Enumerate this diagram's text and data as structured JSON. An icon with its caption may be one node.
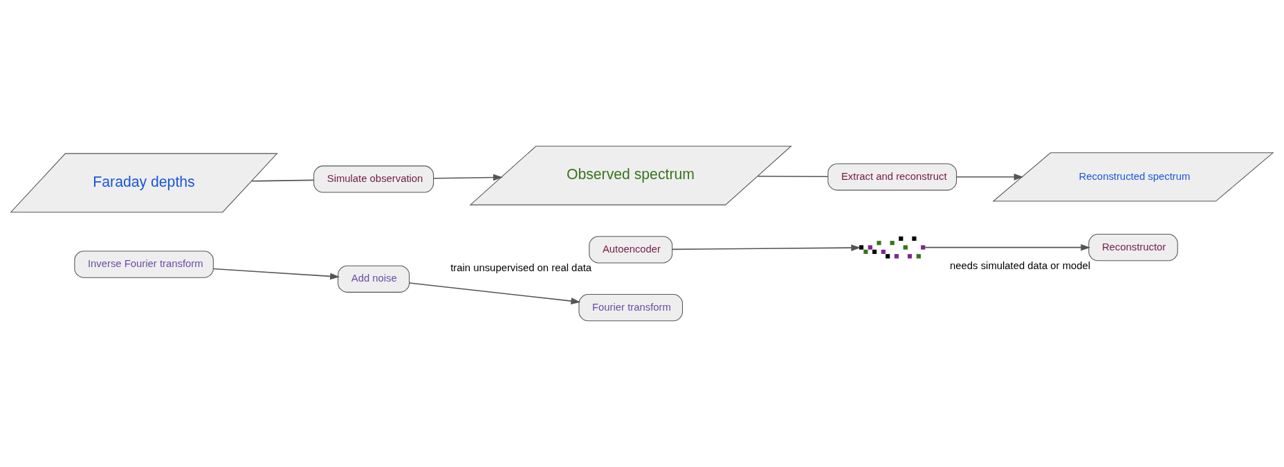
{
  "diagram": {
    "nodes": [
      {
        "text": [
          "Faraday depths"
        ]
      },
      {
        "text": [
          "Simulate observation"
        ]
      },
      {
        "text": [
          "Observed spectrum"
        ]
      },
      {
        "text": [
          "Extract and reconstruct"
        ]
      },
      {
        "text": [
          "Reconstructed spectrum"
        ]
      },
      {
        "text": [
          "Add noise"
        ]
      },
      {
        "text": [
          "Inverse Fourier transform"
        ]
      },
      {
        "text": [
          "Fourier transform"
        ]
      },
      {
        "text": [
          "Autoencoder"
        ],
        "beside": [
          "train unsupervised on real data"
        ]
      },
      {
        "text": [],
        "shape": "picture"
      },
      {
        "text": [
          "Reconstructor"
        ],
        "beside": [
          "needs simulated data or model"
        ]
      }
    ],
    "edges": [
      {
        "from": 0,
        "to": 1,
        "arrow": "none"
      },
      {
        "from": 1,
        "to": 2,
        "arrow": "to"
      },
      {
        "from": 2,
        "to": 3,
        "arrow": "none"
      },
      {
        "from": 3,
        "to": 4,
        "arrow": "to"
      },
      {
        "from": 6,
        "to": 5,
        "arrow": "to"
      },
      {
        "from": 5,
        "to": 7,
        "arrow": "to"
      },
      {
        "from": 8,
        "to": 9,
        "arrow": "to"
      },
      {
        "from": 9,
        "to": 10,
        "arrow": "to"
      }
    ]
  }
}
